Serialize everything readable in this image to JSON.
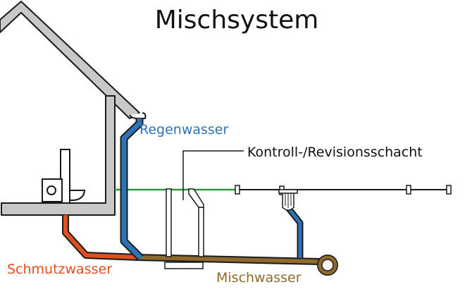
{
  "title": "Mischsystem",
  "labels": {
    "rain": "Regenwasser",
    "shaft": "Kontroll-/Revisionsschacht",
    "wastewater": "Schmutzwasser",
    "mixed": "Mischwasser"
  },
  "colors": {
    "rain": "#2f73b7",
    "wastewater": "#e0501e",
    "mixed": "#8f6a2c",
    "green_line": "#2a9a3a",
    "structure_fill": "#c8c8c8",
    "outline": "#1a1a1a",
    "text": "#111111"
  }
}
